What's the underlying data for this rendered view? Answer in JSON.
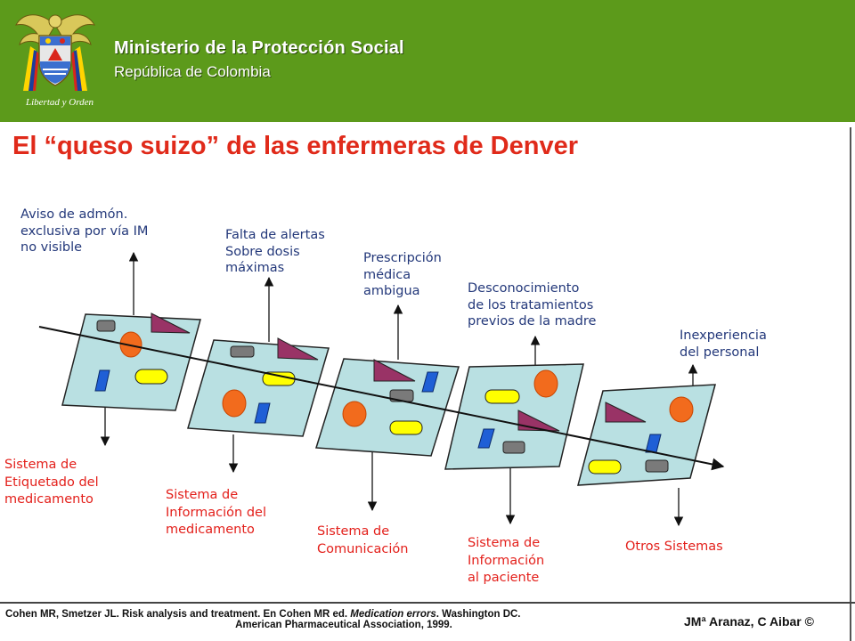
{
  "header": {
    "ministry": "Ministerio de la Protección Social",
    "country": "República de Colombia",
    "motto": "Libertad y Orden"
  },
  "title": "El “queso suizo” de las enfermeras de Denver",
  "failures": [
    [
      "Aviso de admón.",
      "exclusiva por vía IM",
      "no visible"
    ],
    [
      "Falta de alertas",
      "Sobre dosis",
      "máximas"
    ],
    [
      "Prescripción",
      "médica",
      "ambigua"
    ],
    [
      "Desconocimiento",
      "de los tratamientos",
      "previos de la madre"
    ],
    [
      "Inexperiencia",
      "del personal"
    ]
  ],
  "systems": [
    [
      "Sistema de",
      "Etiquetado del",
      "medicamento"
    ],
    [
      "Sistema de",
      "Información del",
      "medicamento"
    ],
    [
      "Sistema de",
      "Comunicación"
    ],
    [
      "Sistema de",
      "Información",
      "al paciente"
    ],
    [
      "Otros Sistemas"
    ]
  ],
  "footer": {
    "citation_pre": "Cohen MR, Smetzer JL. Risk analysis and treatment. En Cohen MR ed. ",
    "citation_italic": "Medication  errors",
    "citation_post": ". Washington DC.",
    "citation_line2": "American Pharmaceutical Association, 1999.",
    "credit": "JMª Aranaz, C Aibar ©"
  },
  "colors": {
    "header_green": "#5c9a1b",
    "title_red": "#e02a1a",
    "panel_fill": "#b9e0e2",
    "label_blue": "#23387a",
    "system_red": "#e3201b"
  }
}
